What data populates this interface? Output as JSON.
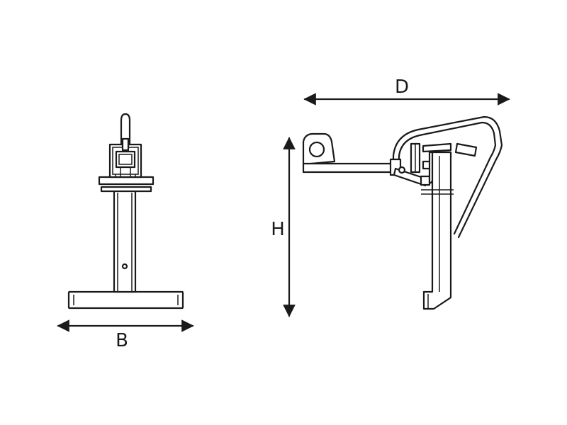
{
  "diagram": {
    "labels": {
      "width": "B",
      "depth": "D",
      "height": "H"
    },
    "colors": {
      "line": "#1a1a1a",
      "background": "#ffffff"
    }
  }
}
